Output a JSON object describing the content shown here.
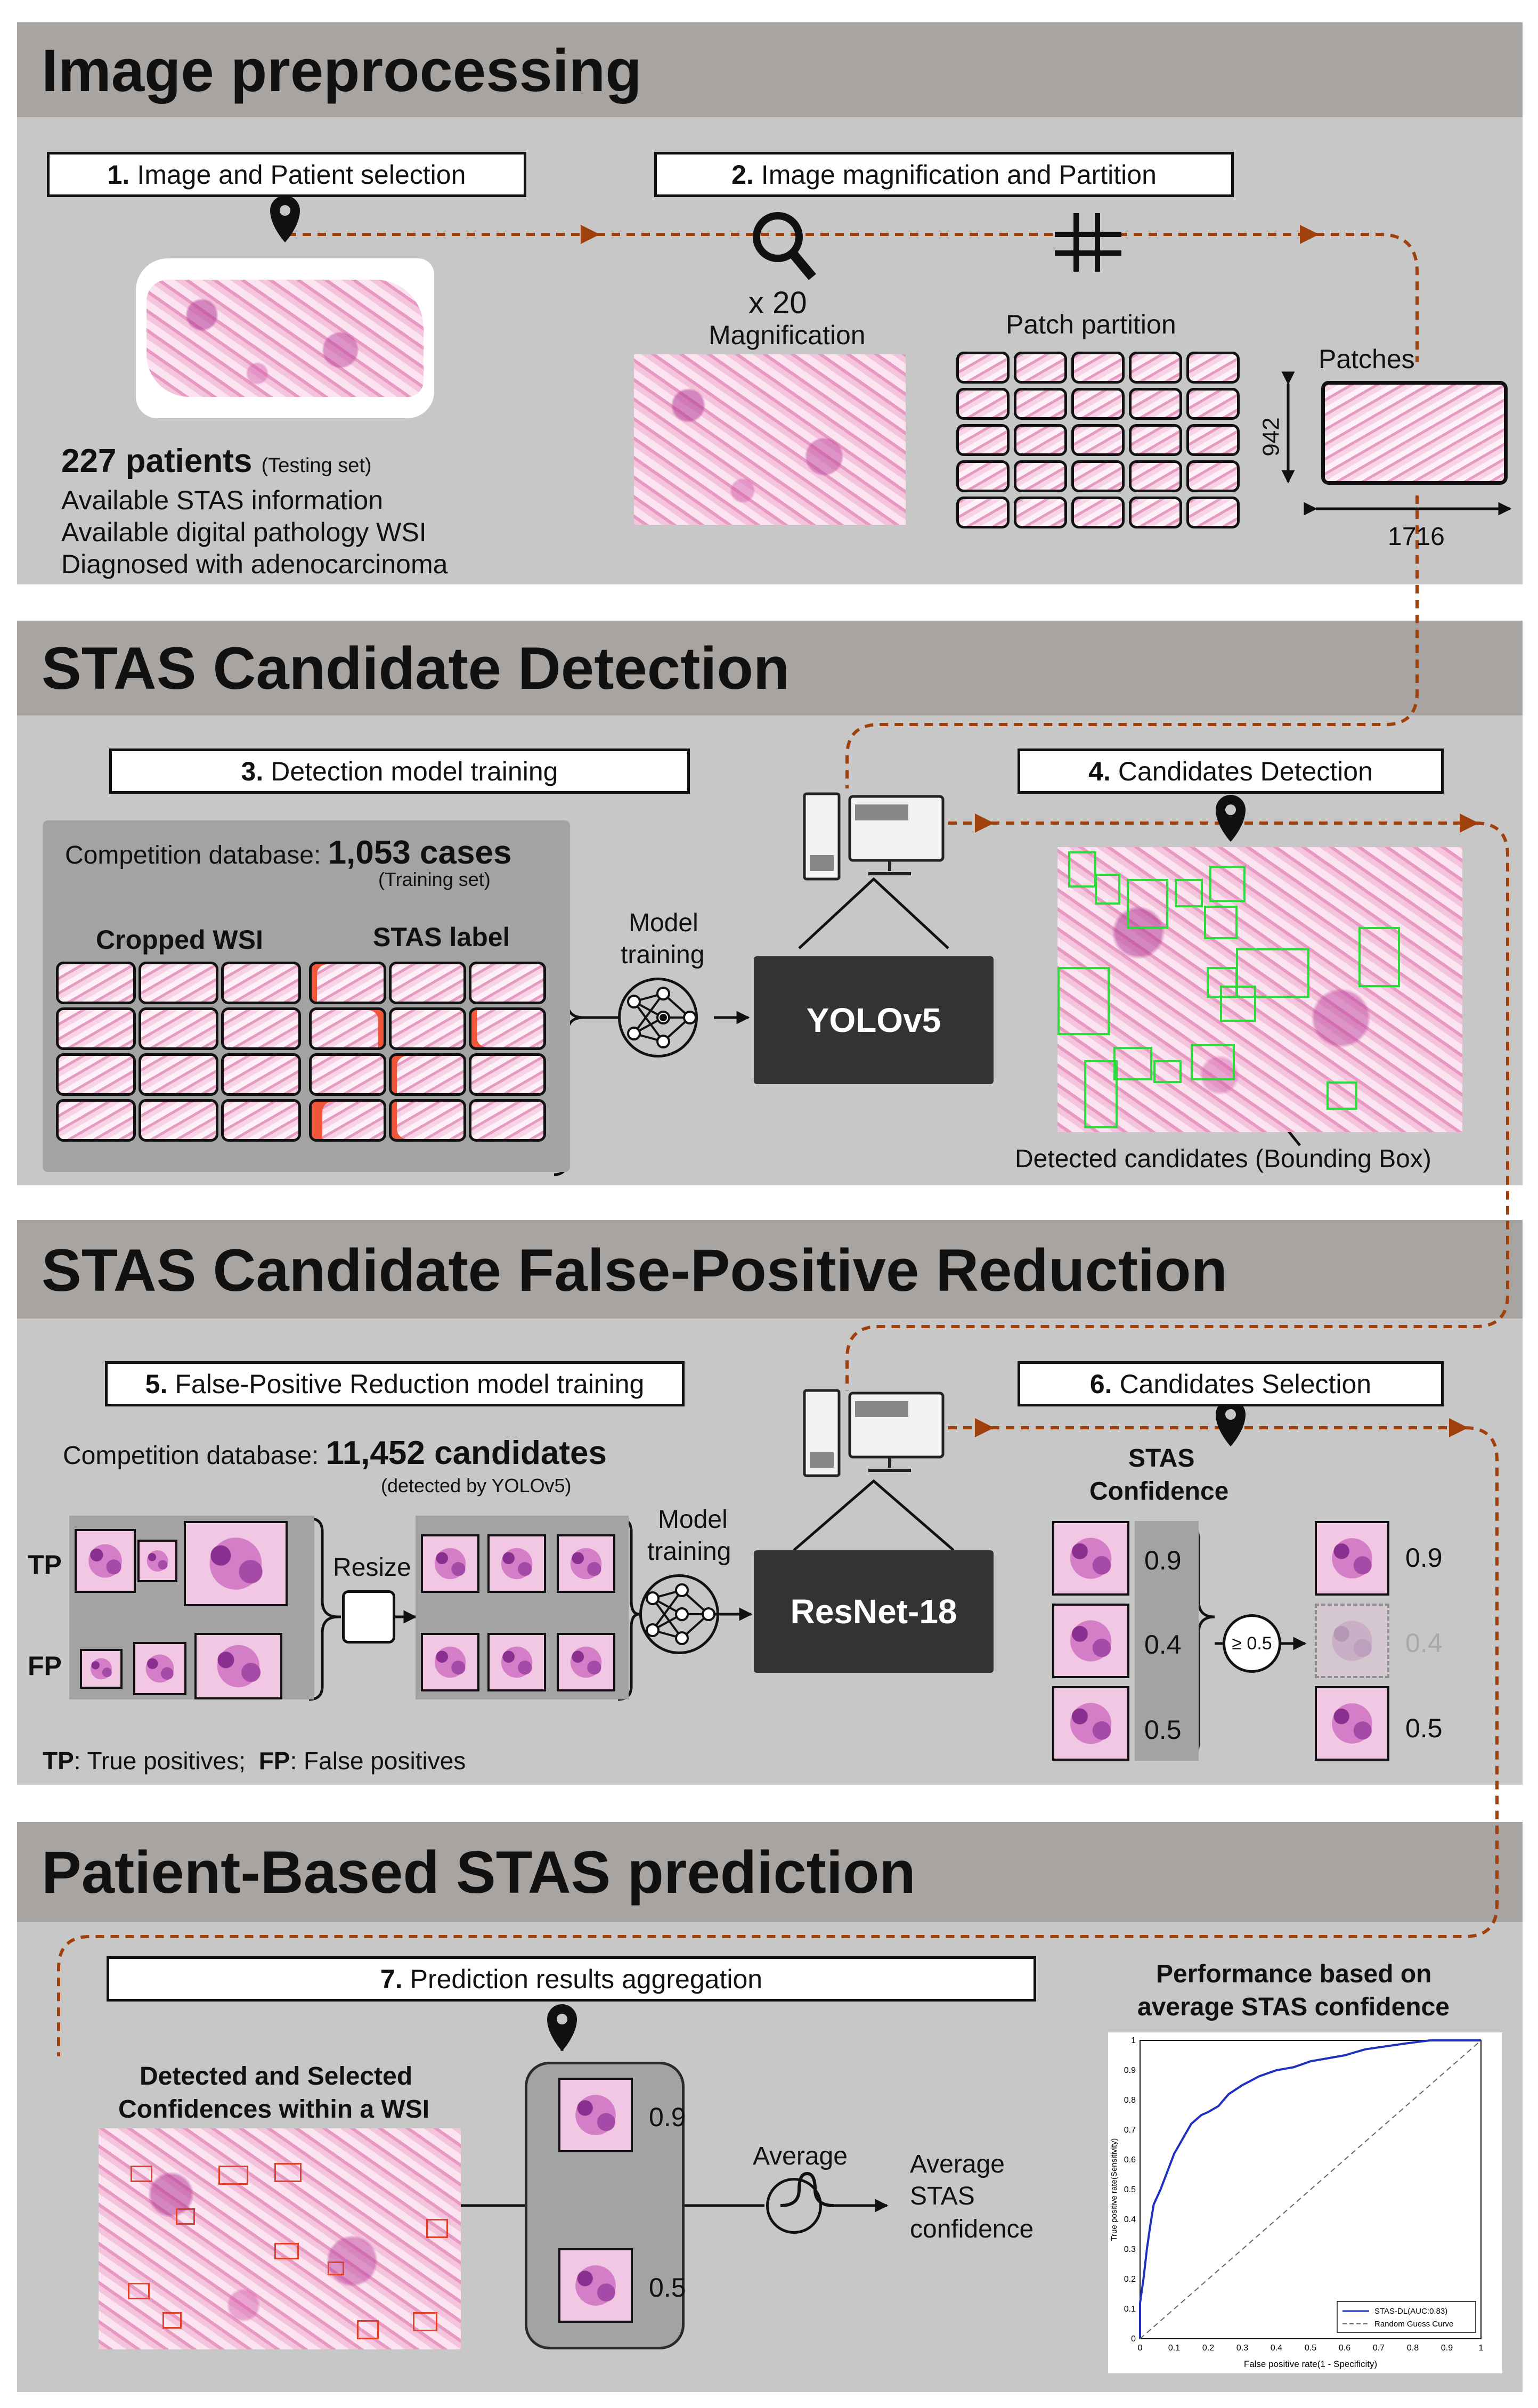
{
  "sections": {
    "s1": "Image preprocessing",
    "s2": "STAS Candidate Detection",
    "s3": "STAS Candidate False-Positive Reduction",
    "s4": "Patient-Based STAS prediction"
  },
  "steps": {
    "step1_num": "1.",
    "step1_label": "Image and Patient selection",
    "step2_num": "2.",
    "step2_label": "Image magnification and Partition",
    "step3_num": "3.",
    "step3_label": "Detection model training",
    "step4_num": "4.",
    "step4_label": "Candidates Detection",
    "step5_num": "5.",
    "step5_label": "False-Positive Reduction model training",
    "step6_num": "6.",
    "step6_label": "Candidates Selection",
    "step7_num": "7.",
    "step7_label": "Prediction results aggregation"
  },
  "preprocessing": {
    "patients_count": "227 patients",
    "patients_note": "(Testing set)",
    "criteria": [
      "Available STAS information",
      "Available digital pathology WSI",
      "Diagnosed with adenocarcinoma"
    ],
    "mag_factor": "x 20",
    "mag_label": "Magnification",
    "patch_partition": "Patch partition",
    "patches": "Patches",
    "patch_height": "942",
    "patch_width": "1716"
  },
  "detection": {
    "db_label": "Competition database:",
    "db_count": "1,053 cases",
    "db_note": "(Training set)",
    "cropped": "Cropped WSI",
    "stas_label": "STAS label",
    "model_training": [
      "Model",
      "training"
    ],
    "model": "YOLOv5",
    "candidates_caption": "Detected candidates (Bounding Box)"
  },
  "fpr": {
    "db_label": "Competition database:",
    "db_count": "11,452 candidates",
    "db_note": "(detected by YOLOv5)",
    "tp": "TP",
    "fp": "FP",
    "resize": "Resize",
    "model_training": [
      "Model",
      "training"
    ],
    "model": "ResNet-18",
    "legend_tp": "TP",
    "legend_tp_text": ": True positives;",
    "legend_fp": "FP",
    "legend_fp_text": ":  False positives",
    "conf_title": [
      "STAS",
      "Confidence"
    ],
    "confidences": [
      "0.9",
      "0.4",
      "0.5"
    ],
    "threshold": "≥ 0.5",
    "selected": [
      "0.9",
      "0.4",
      "0.5"
    ]
  },
  "prediction": {
    "wsi_title": [
      "Detected and Selected",
      "Confidences within a WSI"
    ],
    "confidences": [
      "0.9",
      "0.5"
    ],
    "average": "Average",
    "output": [
      "Average",
      "STAS",
      "confidence"
    ],
    "perf_title": [
      "Performance based on",
      "average STAS confidence"
    ]
  },
  "chart_data": {
    "type": "line",
    "title": "",
    "xlabel": "False positive rate(1 - Specificity)",
    "ylabel": "True positive rate(Sensitivity)",
    "xlim": [
      0,
      1
    ],
    "ylim": [
      0,
      1
    ],
    "ticks": [
      "0",
      "0.1",
      "0.2",
      "0.3",
      "0.4",
      "0.5",
      "0.6",
      "0.7",
      "0.8",
      "0.9",
      "1"
    ],
    "legend_position": "bottom-right",
    "series": [
      {
        "name": "STAS-DL(AUC:0.83)",
        "color": "#1f2fbf",
        "x": [
          0,
          0,
          0.01,
          0.02,
          0.03,
          0.04,
          0.06,
          0.08,
          0.1,
          0.12,
          0.15,
          0.18,
          0.2,
          0.23,
          0.26,
          0.3,
          0.35,
          0.4,
          0.45,
          0.5,
          0.55,
          0.6,
          0.66,
          0.72,
          0.78,
          0.85,
          0.92,
          1
        ],
        "y": [
          0,
          0.12,
          0.2,
          0.3,
          0.38,
          0.45,
          0.5,
          0.56,
          0.62,
          0.66,
          0.72,
          0.75,
          0.76,
          0.78,
          0.82,
          0.85,
          0.88,
          0.9,
          0.91,
          0.93,
          0.94,
          0.95,
          0.97,
          0.98,
          0.99,
          1,
          1,
          1
        ]
      },
      {
        "name": "Random Guess Curve",
        "color": "#666666",
        "dashed": true,
        "x": [
          0,
          1
        ],
        "y": [
          0,
          1
        ]
      }
    ]
  },
  "colors": {
    "panel": "#c7c7c7",
    "header": "#a8a4a1",
    "arrow": "#a0410d",
    "detect_box": "#2bdc3a",
    "wsi_box": "#e0402a"
  }
}
